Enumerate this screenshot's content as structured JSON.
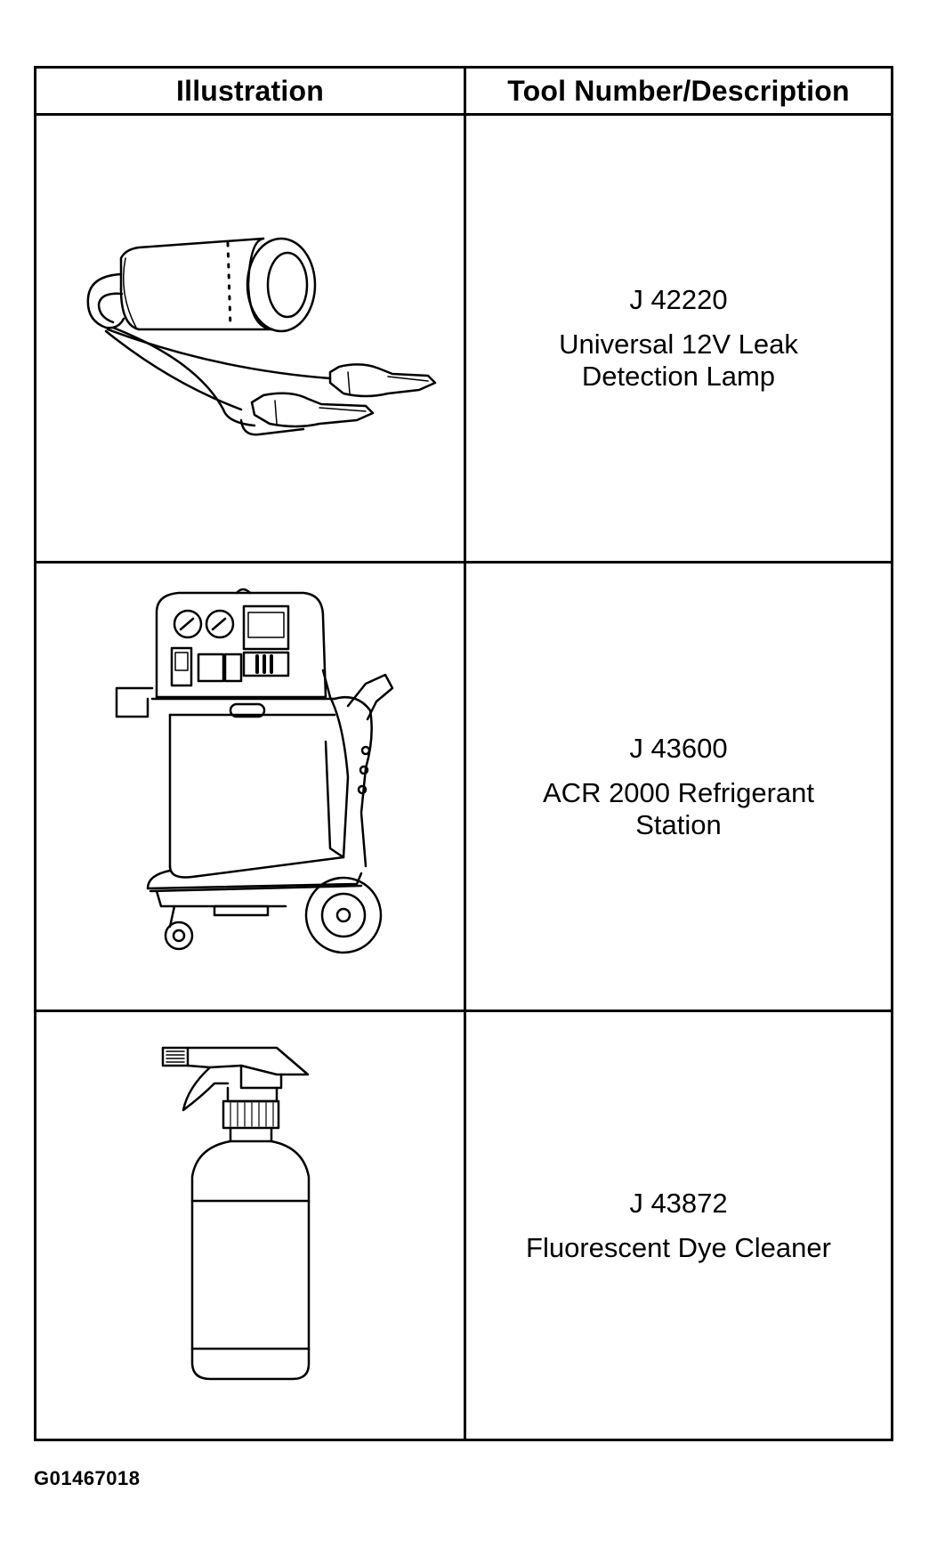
{
  "table": {
    "headers": {
      "illustration": "Illustration",
      "description": "Tool Number/Description"
    },
    "rows": [
      {
        "tool_number": "J 42220",
        "description": "Universal 12V Leak\nDetection Lamp",
        "icon": "leak-detection-lamp-icon"
      },
      {
        "tool_number": "J 43600",
        "description": "ACR 2000 Refrigerant\nStation",
        "icon": "refrigerant-station-icon"
      },
      {
        "tool_number": "J 43872",
        "description": "Fluorescent Dye Cleaner",
        "icon": "spray-bottle-icon"
      }
    ]
  },
  "figure_code": "G01467018"
}
